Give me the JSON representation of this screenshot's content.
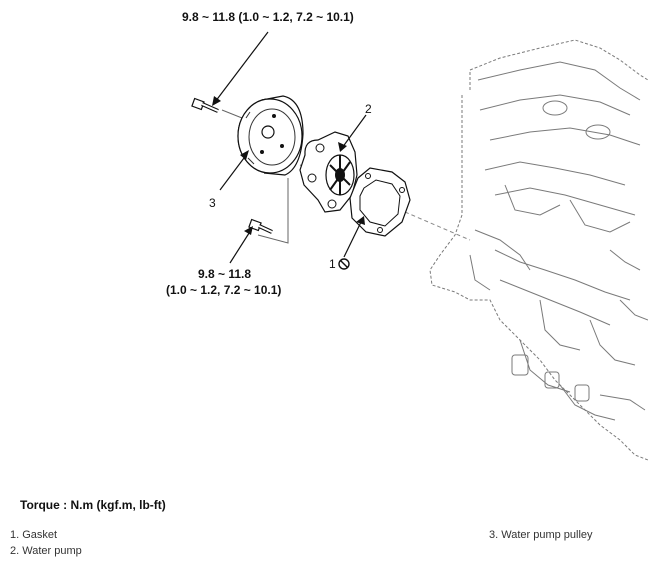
{
  "torque_top": "9.8 ~ 11.8 (1.0 ~ 1.2, 7.2 ~ 10.1)",
  "torque_bottom_line1": "9.8 ~ 11.8",
  "torque_bottom_line2": "(1.0 ~ 1.2, 7.2 ~ 10.1)",
  "callouts": {
    "gasket": "1",
    "water_pump": "2",
    "pulley": "3"
  },
  "legend": {
    "title": "Torque : N.m (kgf.m, lb-ft)",
    "items": [
      "1. Gasket",
      "2. Water pump",
      "3. Water pump pulley"
    ]
  },
  "icons": {
    "do_not_reuse": "prohibition-icon"
  }
}
